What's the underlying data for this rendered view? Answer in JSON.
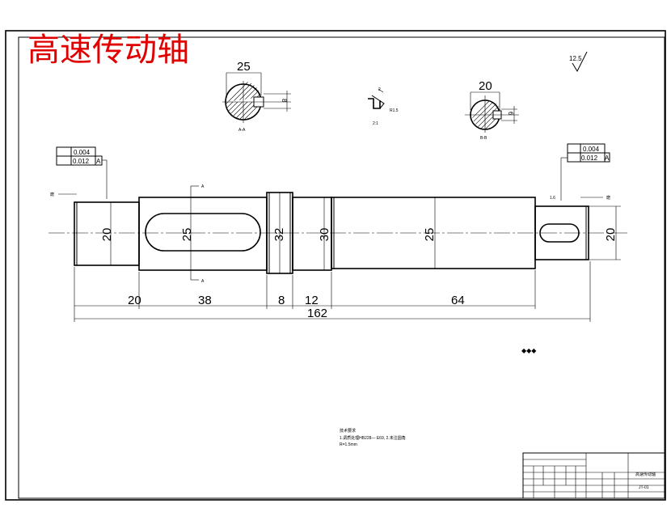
{
  "title": "高速传动轴",
  "surface_roughness_default": "12.5",
  "section_aa": {
    "width": "25",
    "depth": "8",
    "label": "A-A"
  },
  "section_bb": {
    "width": "20",
    "depth": "6",
    "label": "B-B"
  },
  "detail": {
    "label_r": "R1.5",
    "label_scale": "2:1",
    "label_size": "2"
  },
  "cut_marks": {
    "top": "A",
    "bottom": "A"
  },
  "tolerances_left": {
    "cylindricity": "0.004",
    "runout": "0.012",
    "datum": "A"
  },
  "tolerances_right": {
    "cylindricity": "0.004",
    "runout": "0.012",
    "datum": "A"
  },
  "diameters": {
    "d1": "20",
    "d2": "25",
    "d3": "32",
    "d4": "30",
    "d5": "25",
    "d6": "20"
  },
  "lengths": {
    "l1": "20",
    "l2": "38",
    "l3": "8",
    "l4": "12",
    "l5": "64",
    "total": "162"
  },
  "side_notes": {
    "left": "磨",
    "right_a": "磨",
    "right_b": "1.6"
  },
  "tech_req": {
    "heading": "技术要求",
    "line1": "1.调质处理HB228— E69, 2.未注圆角",
    "line2": "R=1.5mm"
  },
  "diamonds": "◆◆◆",
  "title_block": {
    "part_name": "高速传动轴",
    "drawing_no": "JT-01"
  }
}
